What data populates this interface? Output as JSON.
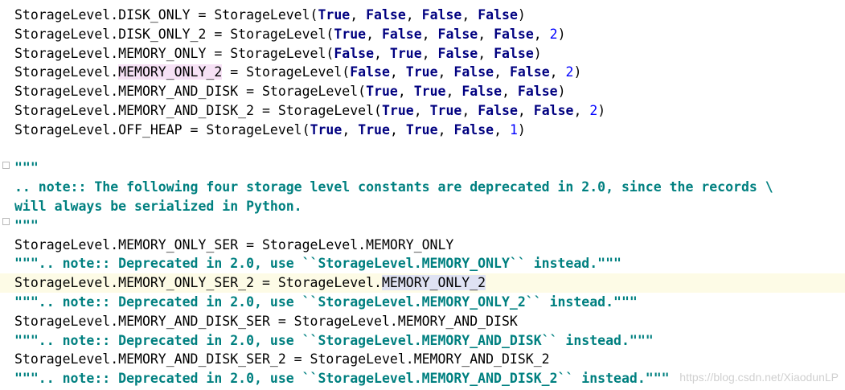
{
  "code": {
    "l1": {
      "a": "StorageLevel.DISK_ONLY = StorageLevel(",
      "b1": "True",
      "s1": ", ",
      "b2": "False",
      "s2": ", ",
      "b3": "False",
      "s3": ", ",
      "b4": "False",
      "end": ")"
    },
    "l2": {
      "a": "StorageLevel.DISK_ONLY_2 = StorageLevel(",
      "b1": "True",
      "s1": ", ",
      "b2": "False",
      "s2": ", ",
      "b3": "False",
      "s3": ", ",
      "b4": "False",
      "s4": ", ",
      "n": "2",
      "end": ")"
    },
    "l3": {
      "a": "StorageLevel.MEMORY_ONLY = StorageLevel(",
      "b1": "False",
      "s1": ", ",
      "b2": "True",
      "s2": ", ",
      "b3": "False",
      "s3": ", ",
      "b4": "False",
      "end": ")"
    },
    "l4": {
      "a": "StorageLevel.",
      "hl": "MEMORY_ONLY_2",
      "a2": " = StorageLevel(",
      "b1": "False",
      "s1": ", ",
      "b2": "True",
      "s2": ", ",
      "b3": "False",
      "s3": ", ",
      "b4": "False",
      "s4": ", ",
      "n": "2",
      "end": ")"
    },
    "l5": {
      "a": "StorageLevel.MEMORY_AND_DISK = StorageLevel(",
      "b1": "True",
      "s1": ", ",
      "b2": "True",
      "s2": ", ",
      "b3": "False",
      "s3": ", ",
      "b4": "False",
      "end": ")"
    },
    "l6": {
      "a": "StorageLevel.MEMORY_AND_DISK_2 = StorageLevel(",
      "b1": "True",
      "s1": ", ",
      "b2": "True",
      "s2": ", ",
      "b3": "False",
      "s3": ", ",
      "b4": "False",
      "s4": ", ",
      "n": "2",
      "end": ")"
    },
    "l7": {
      "a": "StorageLevel.OFF_HEAP = StorageLevel(",
      "b1": "True",
      "s1": ", ",
      "b2": "True",
      "s2": ", ",
      "b3": "True",
      "s3": ", ",
      "b4": "False",
      "s4": ", ",
      "n": "1",
      "end": ")"
    },
    "l9": "\"\"\"",
    "l10": ".. note:: The following four storage level constants are deprecated in 2.0, since the records \\",
    "l11": "will always be serialized in Python.",
    "l12": "\"\"\"",
    "l13": "StorageLevel.MEMORY_ONLY_SER = StorageLevel.MEMORY_ONLY",
    "l14": "\"\"\".. note:: Deprecated in 2.0, use ``StorageLevel.MEMORY_ONLY`` instead.\"\"\"",
    "l15": {
      "a": "StorageLevel.MEMORY_ONLY_SER_2 = StorageLevel.",
      "hl": "MEMORY_ONLY_2"
    },
    "l16": "\"\"\".. note:: Deprecated in 2.0, use ``StorageLevel.MEMORY_ONLY_2`` instead.\"\"\"",
    "l17": "StorageLevel.MEMORY_AND_DISK_SER = StorageLevel.MEMORY_AND_DISK",
    "l18": "\"\"\".. note:: Deprecated in 2.0, use ``StorageLevel.MEMORY_AND_DISK`` instead.\"\"\"",
    "l19": "StorageLevel.MEMORY_AND_DISK_SER_2 = StorageLevel.MEMORY_AND_DISK_2",
    "l20": "\"\"\".. note:: Deprecated in 2.0, use ``StorageLevel.MEMORY_AND_DISK_2`` instead.\"\"\""
  },
  "watermark": "https://blog.csdn.net/XiaodunLP",
  "colors": {
    "keyword": "#000080",
    "number": "#0000ff",
    "docstring": "#008080",
    "current_line": "#fdfbe6",
    "usage_highlight": "#f6e1f5",
    "selection_highlight": "#dfe2f3"
  }
}
